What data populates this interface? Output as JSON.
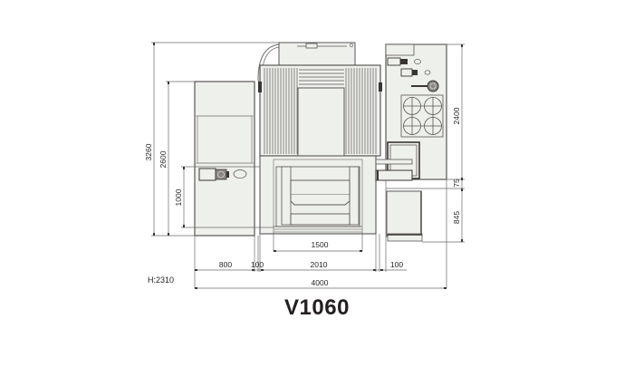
{
  "title": "V1060",
  "height_label": "H:2310",
  "colors": {
    "fill": "#eef0ec",
    "line": "#5a5656",
    "dark": "#3a3535",
    "dim_line": "#6e6a6a",
    "text": "#231f20"
  },
  "dimensions": {
    "overall_depth": "3260",
    "left_cabinet_depth": "2600",
    "control_panel_depth": "1000",
    "right_unit_depth": "2400",
    "right_gap": "75",
    "right_lower_depth": "845",
    "table_width": "1500",
    "left_width": "800",
    "left_gap": "100",
    "machine_width": "2010",
    "right_gap_width": "100",
    "overall_width": "4000"
  },
  "components": {
    "left_cabinet": "electrical-cabinet",
    "center_machine": "machine-body",
    "right_unit": "tool-magazine-unit",
    "right_lower": "chip-conveyor",
    "control_panel": "control-panel"
  }
}
